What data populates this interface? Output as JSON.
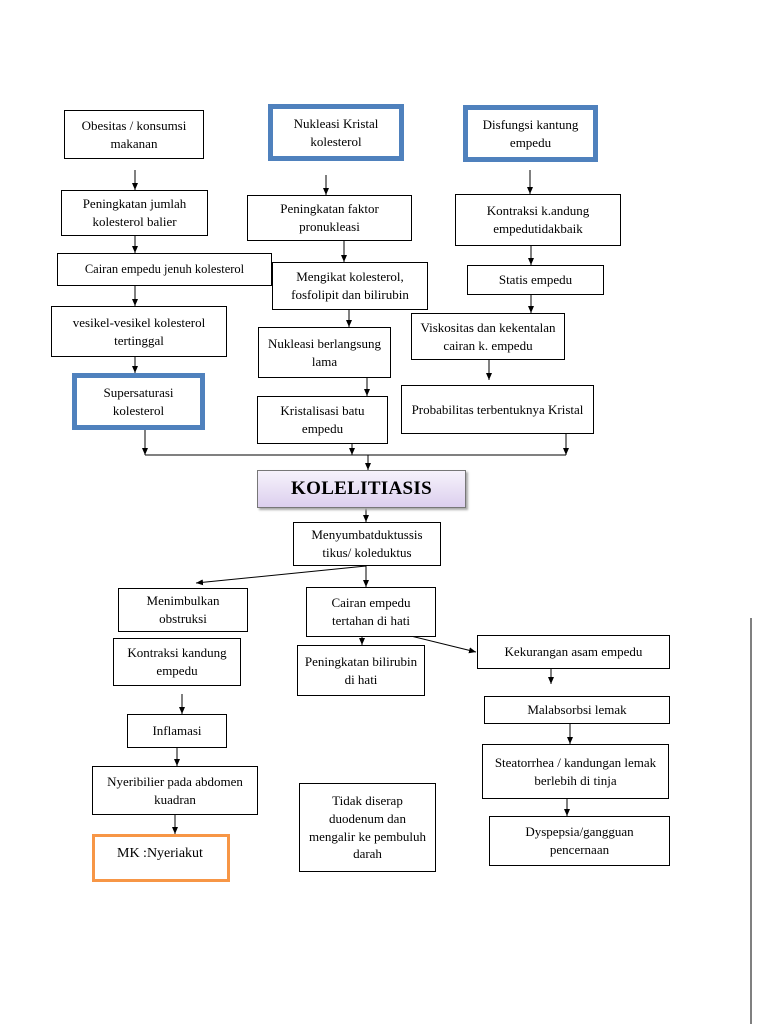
{
  "main_node": "KOLELITIASIS",
  "col_left": {
    "obesitas": "Obesitas / konsumsi makanan",
    "peningkatan_kolesterol": "Peningkatan jumlah kolesterol balier",
    "cairan_jenuh": "Cairan empedu jenuh kolesterol",
    "vesikel": "vesikel-vesikel kolesterol tertinggal",
    "supersaturasi": "Supersaturasi kolesterol"
  },
  "col_mid": {
    "nukleasi_kristal": "Nukleasi Kristal kolesterol",
    "faktor_pronukleasi": "Peningkatan faktor pronukleasi",
    "mengikat": "Mengikat kolesterol, fosfolipit dan bilirubin",
    "nukleasi_lama": "Nukleasi berlangsung lama",
    "kristalisasi": "Kristalisasi batu empedu"
  },
  "col_right": {
    "disfungsi": "Disfungsi kantung empedu",
    "kontraksi": "Kontraksi k.andung empedutidakbaik",
    "statis": "Statis empedu",
    "viskositas": "Viskositas dan kekentalan cairan k. empedu",
    "probabilitas": "Probabilitas terbentuknya Kristal"
  },
  "bottom": {
    "menyumbat": "Menyumbatduktussis tikus/ koleduktus",
    "menimbulkan": "Menimbulkan obstruksi",
    "kontraksi_kandung": "Kontraksi kandung empedu",
    "inflamasi": "Inflamasi",
    "nyeri": "Nyeribilier pada abdomen kuadran",
    "mk_nyeri": "MK :Nyeriakut",
    "cairan_tertahan": "Cairan empedu tertahan di hati",
    "peningkatan_bilirubin": "Peningkatan bilirubin di hati",
    "tidak_diserap": "Tidak diserap duodenum dan mengalir ke pembuluh darah",
    "kekurangan": "Kekurangan asam empedu",
    "malabsorbsi": "Malabsorbsi lemak",
    "steatorrhea": "Steatorrhea / kandungan lemak berlebih di tinja",
    "dyspepsia": "Dyspepsia/gangguan pencernaan"
  }
}
